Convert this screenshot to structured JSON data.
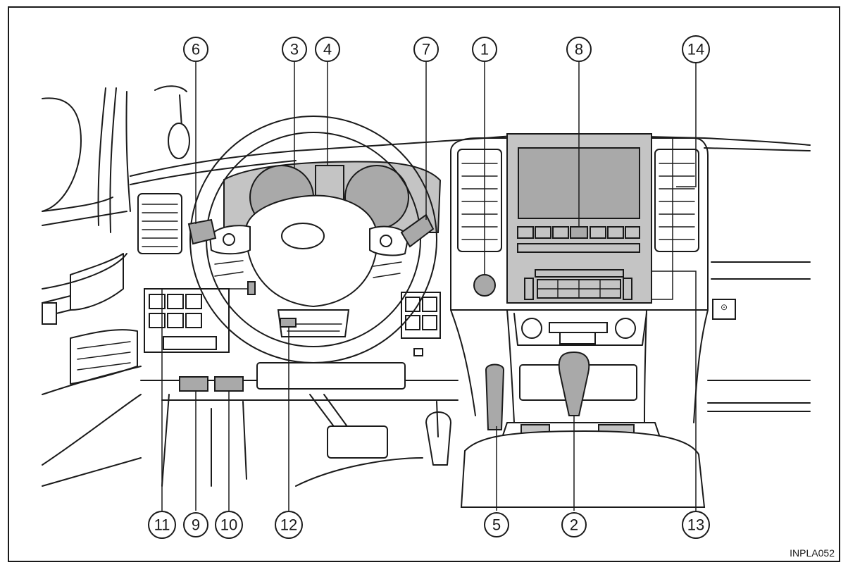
{
  "diagram": {
    "image_code": "INPLA052",
    "callouts": [
      {
        "id": "c1",
        "label": "1"
      },
      {
        "id": "c2",
        "label": "2"
      },
      {
        "id": "c3",
        "label": "3"
      },
      {
        "id": "c4",
        "label": "4"
      },
      {
        "id": "c5",
        "label": "5"
      },
      {
        "id": "c6",
        "label": "6"
      },
      {
        "id": "c7",
        "label": "7"
      },
      {
        "id": "c8",
        "label": "8"
      },
      {
        "id": "c9",
        "label": "9"
      },
      {
        "id": "c10",
        "label": "10"
      },
      {
        "id": "c11",
        "label": "11"
      },
      {
        "id": "c12",
        "label": "12"
      },
      {
        "id": "c13",
        "label": "13"
      },
      {
        "id": "c14",
        "label": "14"
      }
    ]
  }
}
